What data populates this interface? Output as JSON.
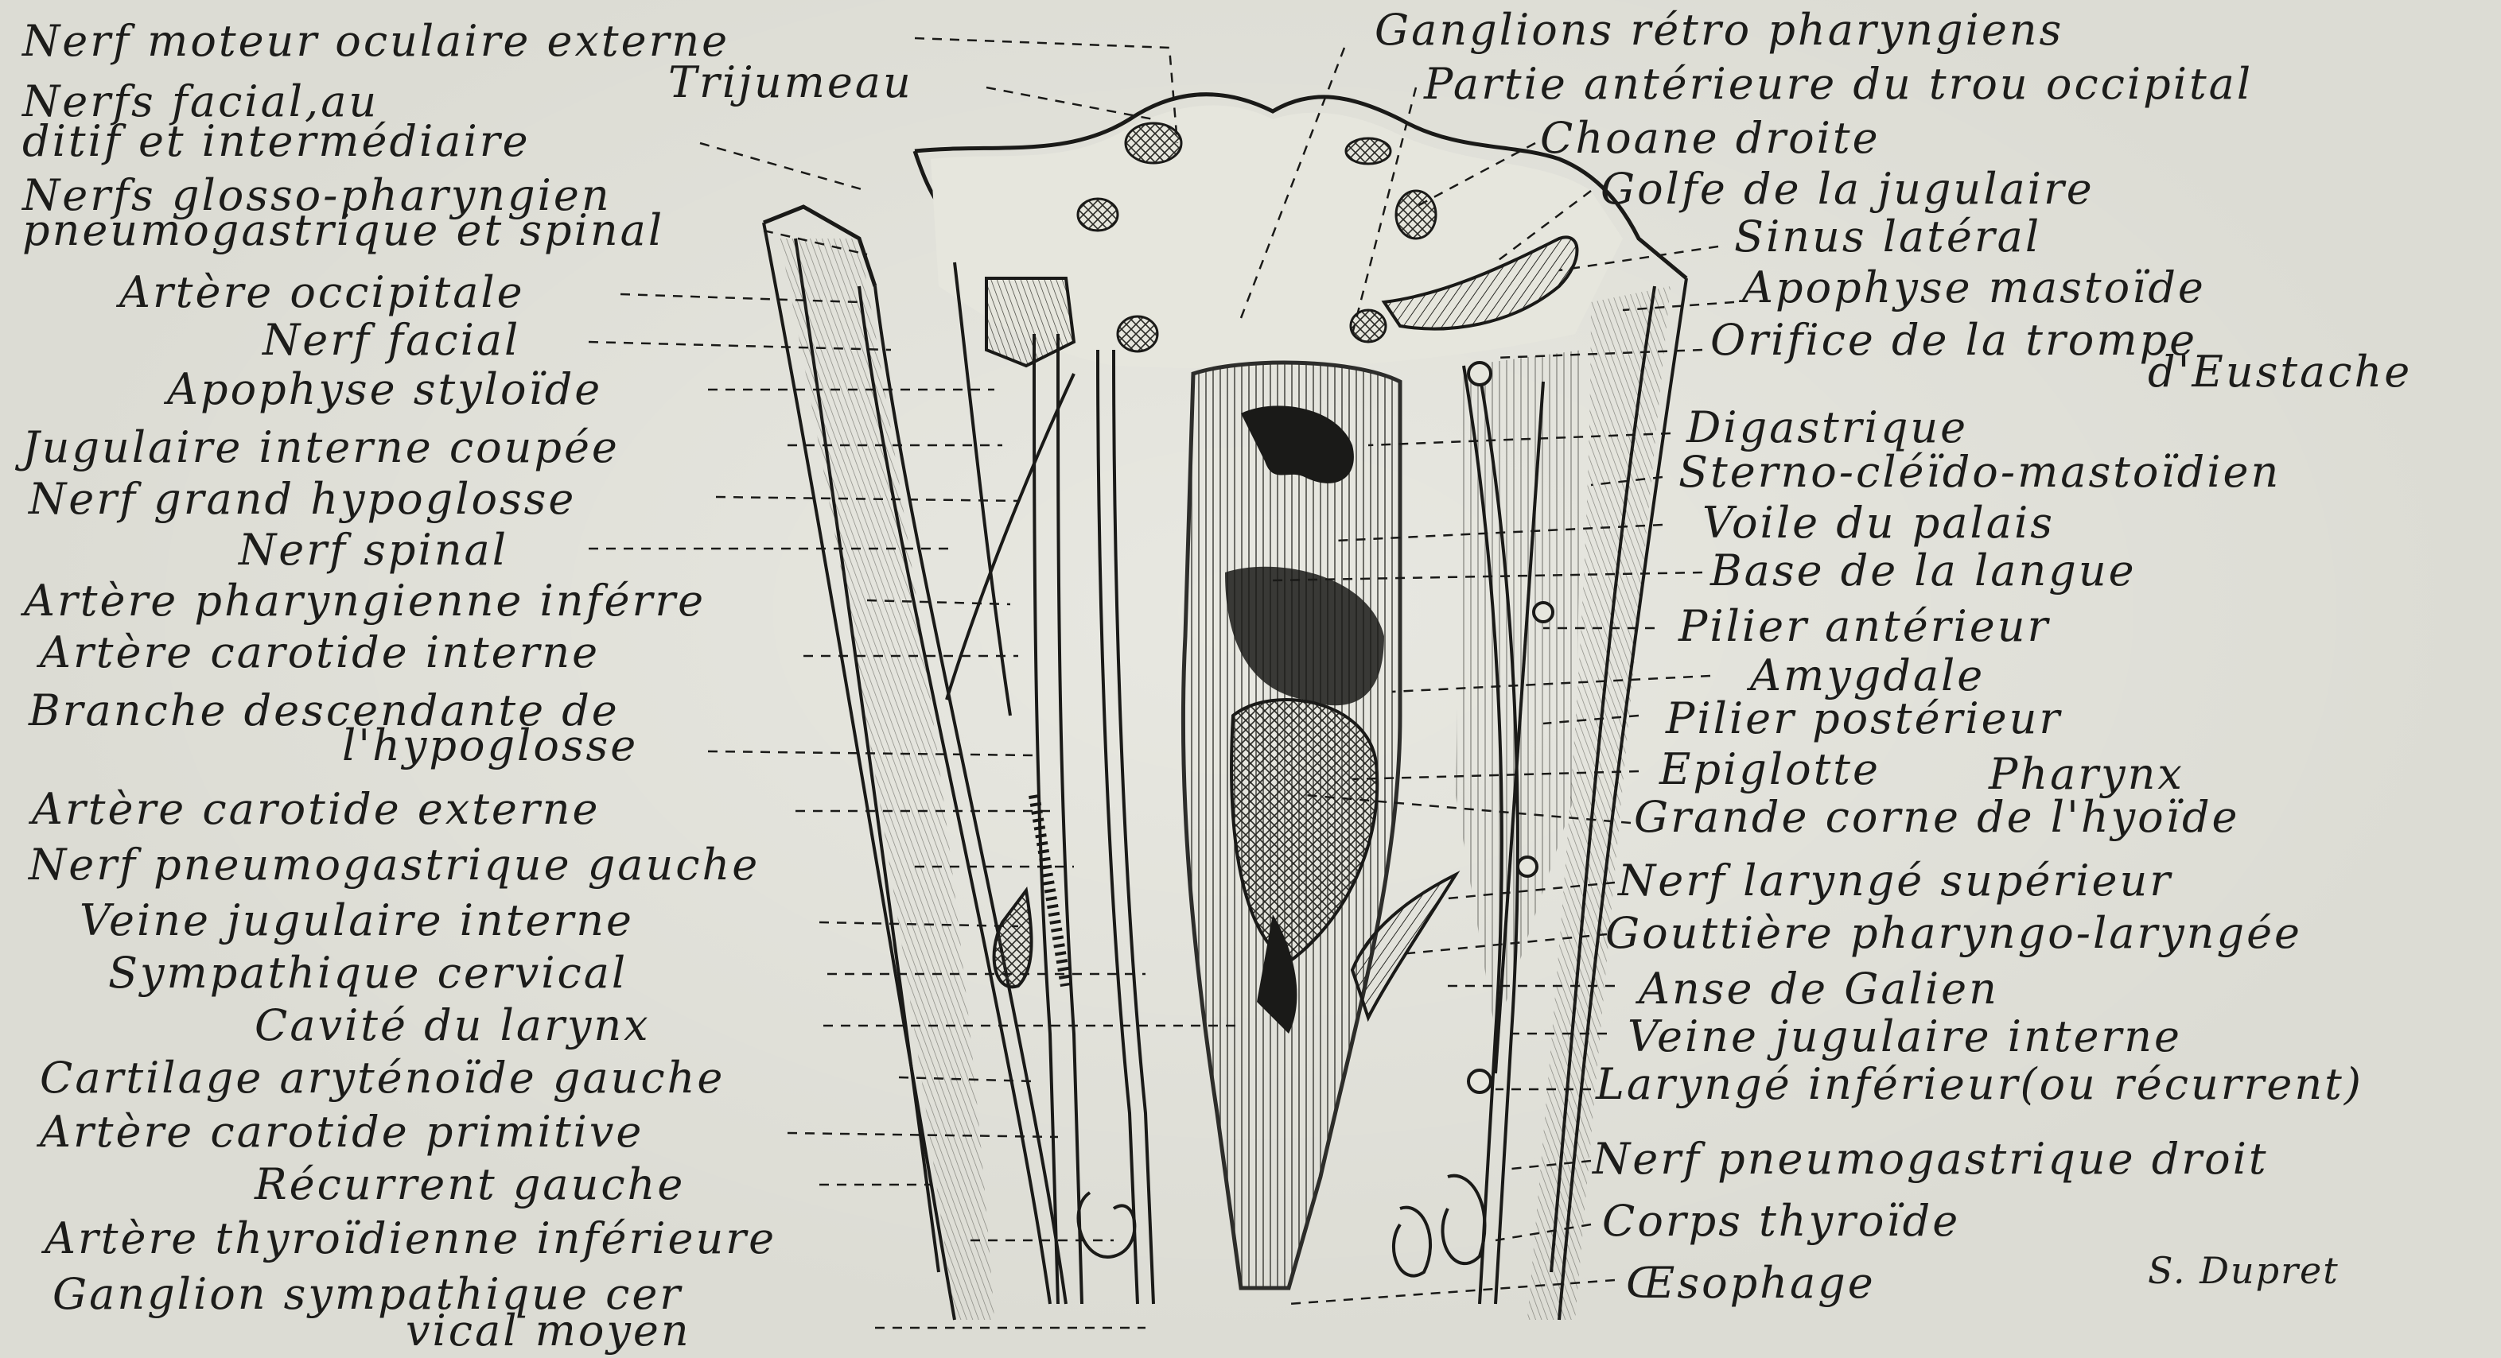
{
  "left_labels": [
    "Nerf moteur oculaire externe",
    "Trijumeau",
    "Nerfs facial,au",
    "ditif et intermédiaire",
    "Nerfs glosso-pharyngien",
    "pneumogastrique et spinal",
    "Artère occipitale",
    "Nerf facial",
    "Apophyse styloïde",
    "Jugulaire interne coupée",
    "Nerf grand hypoglosse",
    "Nerf spinal",
    "Artère pharyngienne inférre",
    "Artère carotide interne",
    "Branche descendante de",
    "l'hypoglosse",
    "Artère carotide externe",
    "Nerf pneumogastrique gauche",
    "Veine jugulaire interne",
    "Sympathique cervical",
    "Cavité du larynx",
    "Cartilage aryténoïde gauche",
    "Artère carotide primitive",
    "Récurrent gauche",
    "Artère thyroïdienne inférieure",
    "Ganglion sympathique cer",
    "vical moyen"
  ],
  "right_labels": [
    "Ganglions rétro pharyngiens",
    "Partie antérieure du trou occipital",
    "Choane droite",
    "Golfe de la jugulaire",
    "Sinus latéral",
    "Apophyse mastoïde",
    "Orifice de la trompe",
    "d'Eustache",
    "Digastrique",
    "Sterno-cléïdo-mastoïdien",
    "Voile du palais",
    "Base de la langue",
    "Pilier antérieur",
    "Amygdale",
    "Pilier postérieur",
    "Epiglotte",
    "Pharynx",
    "Grande corne de l'hyoïde",
    "Nerf laryngé supérieur",
    "Gouttière pharyngo-laryngée",
    "Anse de Galien",
    "Veine jugulaire interne",
    "Laryngé inférieur(ou récurrent)",
    "Nerf pneumogastrique droit",
    "Corps thyroïde",
    "Œsophage"
  ],
  "signature": "S. Dupret",
  "colors": {
    "paper": "#dcdcd4",
    "ink": "#1a1a18"
  }
}
